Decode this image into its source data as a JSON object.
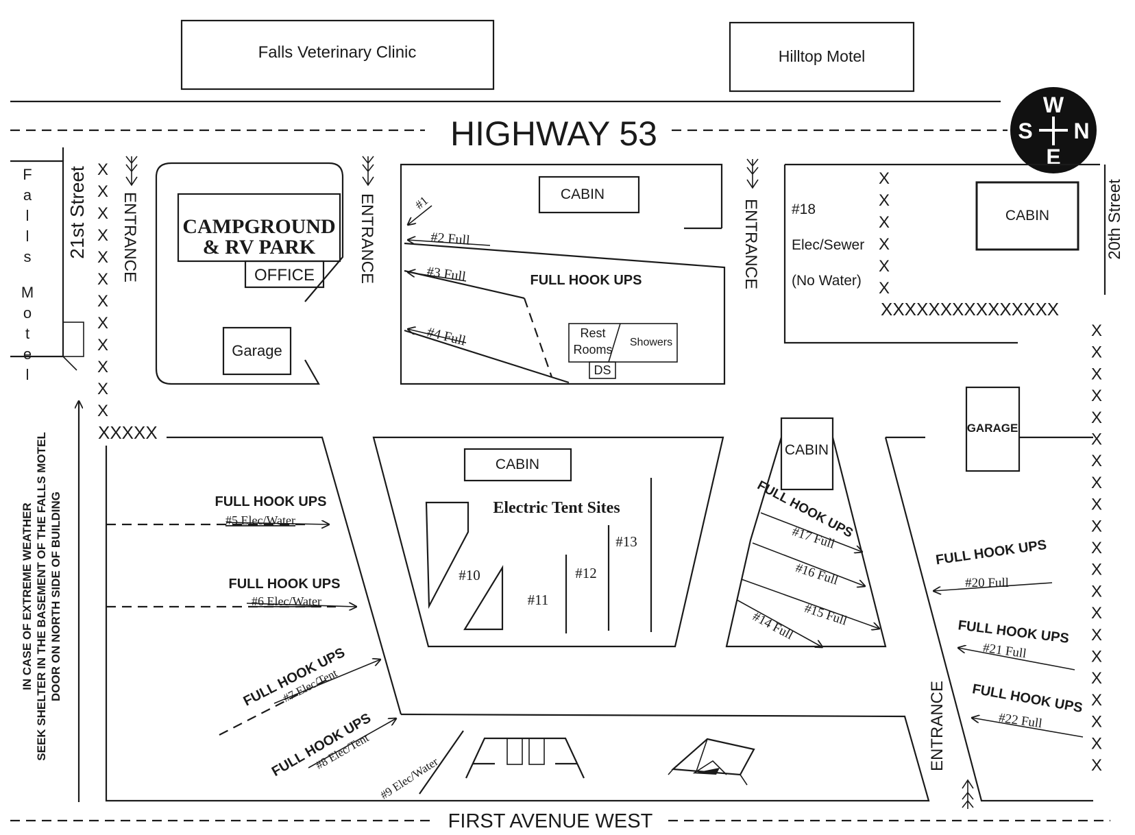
{
  "colors": {
    "ink": "#1a1a1a",
    "background": "#ffffff",
    "compass": "#111111"
  },
  "businesses": {
    "vet": "Falls Veterinary Clinic",
    "motel": "Hilltop Motel",
    "falls_motel": "Falls Motel"
  },
  "roads": {
    "highway": "HIGHWAY 53",
    "first_ave": "FIRST AVENUE WEST",
    "st21": "21st Street",
    "st20": "20th Street"
  },
  "compass": {
    "top": "W",
    "left": "S",
    "right": "N",
    "bottom": "E"
  },
  "entrance_label": "ENTRANCE",
  "office": {
    "name_line1": "CAMPGROUND",
    "name_line2": "& RV PARK",
    "office": "OFFICE"
  },
  "buildings": {
    "garage": "Garage",
    "garage_upper": "GARAGE",
    "cabin": "CABIN",
    "rest_line1": "Rest",
    "rest_line2": "Rooms",
    "showers": "Showers",
    "ds": "DS"
  },
  "labels": {
    "full_hook_ups": "FULL HOOK UPS",
    "electric_tent_sites": "Electric Tent Sites",
    "site18_num": "#18",
    "site18_type": "Elec/Sewer",
    "site18_note": "(No Water)",
    "weather_line1": "IN CASE OF EXTREME WEATHER",
    "weather_line2": "SEEK SHELTER IN THE BASEMENT OF THE FALLS MOTEL",
    "weather_line3": "DOOR ON NORTH SIDE OF BUILDING"
  },
  "sites": {
    "s1": "#1",
    "s2": "#2 Full",
    "s3": "#3 Full",
    "s4": "#4 Full",
    "s5": "#5 Elec/Water",
    "s6": "#6 Elec/Water",
    "s7": "#7 Elec/Tent",
    "s8": "#8 Elec/Tent",
    "s9": "#9 Elec/Water",
    "s10": "#10",
    "s11": "#11",
    "s12": "#12",
    "s13": "#13",
    "s14": "#14 Full",
    "s15": "#15 Full",
    "s16": "#16 Full",
    "s17": "#17 Full",
    "s20": "#20 Full",
    "s21": "#21 Full",
    "s22": "#22 Full"
  },
  "fence_marks": {
    "single": "X",
    "row5": "XXXXX",
    "row15": "XXXXXXXXXXXXXXX"
  }
}
